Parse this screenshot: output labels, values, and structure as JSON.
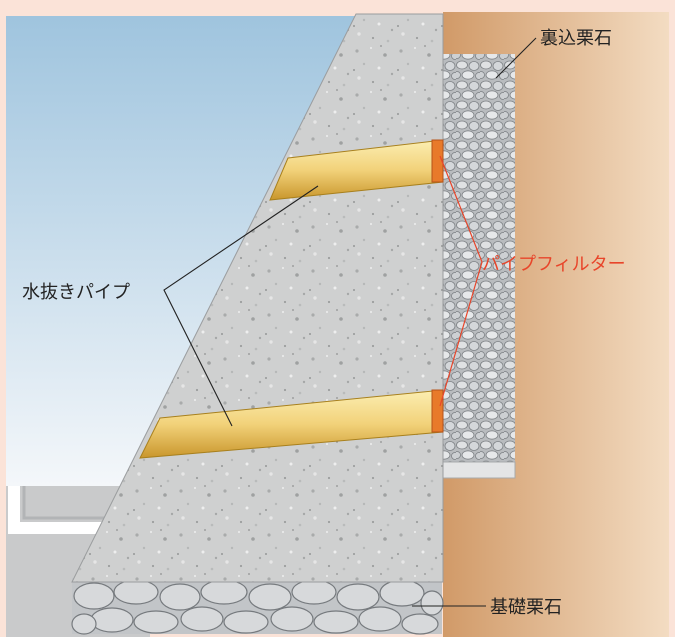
{
  "labels": {
    "backfill_gravel": "裏込栗石",
    "drain_pipe": "水抜きパイプ",
    "pipe_filter": "パイプフィルター",
    "foundation_gravel": "基礎栗石"
  },
  "colors": {
    "frame": "#fbe3d8",
    "sky_top": "#9fc4de",
    "sky_bottom": "#f4f7fa",
    "soil": "#d9a877",
    "concrete": "#cfd0d0",
    "pipe": "#f3d77e",
    "filter": "#e87a2a",
    "filter_label": "#e8452a",
    "leader": "#222222"
  }
}
